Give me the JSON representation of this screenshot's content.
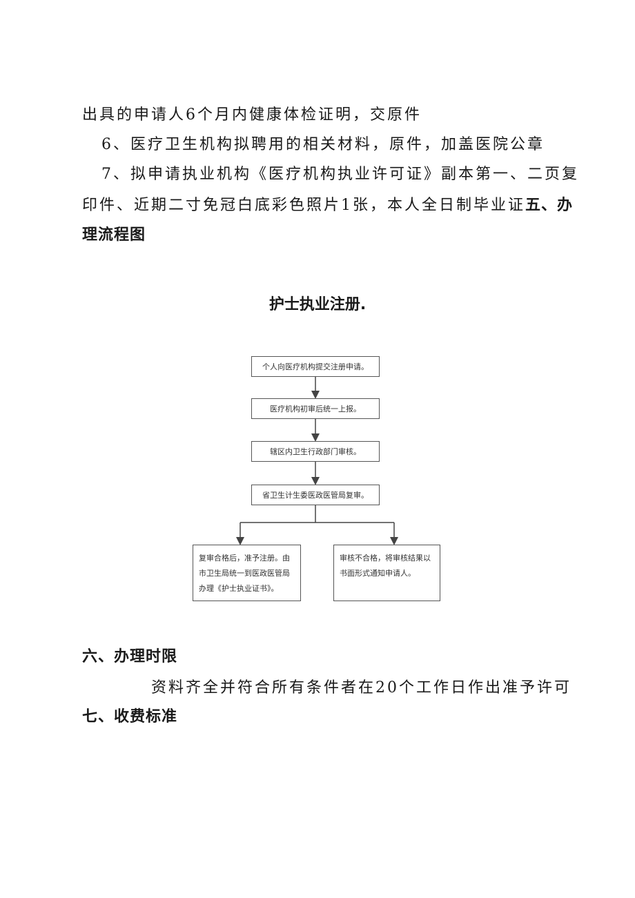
{
  "doc": {
    "para_line1": "出具的申请人6个月内健康体检证明，交原件",
    "item6": "6、医疗卫生机构拟聘用的相关材料，原件，加盖医院公章",
    "item7_line1": "7、拟申请执业机构《医疗机构执业许可证》副本第一、二页复",
    "item7_line2": "印件、近期二寸免冠白底彩色照片1张，本人全日制毕业证",
    "section5_a": "五、办",
    "section5_b": "理流程图",
    "chart_title": "护士执业注册.",
    "section6": "六、办理时限",
    "section6_body": "资料齐全并符合所有条件者在20个工作日作出准予许可",
    "section7": "七、收费标准"
  },
  "flowchart": {
    "step1": "个人向医疗机构提交注册申请。",
    "step2": "医疗机构初审后统一上报。",
    "step3": "辖区内卫生行政部门审核。",
    "step4": "省卫生计生委医政医管局复审。",
    "pass": "复审合格后，准予注册。由市卫生局统一到医政医管局办理《护士执业证书》。",
    "fail": "审核不合格，将审核结果以书面形式通知申请人。"
  }
}
